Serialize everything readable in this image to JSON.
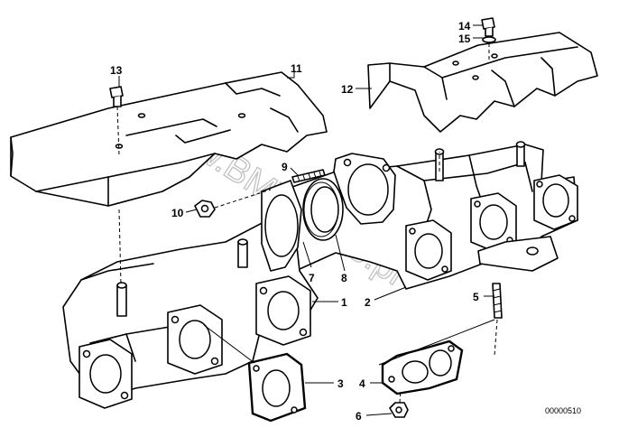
{
  "callouts": {
    "c1": "1",
    "c2": "2",
    "c3": "3",
    "c4": "4",
    "c5": "5",
    "c6": "6",
    "c7": "7",
    "c8": "8",
    "c9": "9",
    "c10": "10",
    "c11": "11",
    "c12": "12",
    "c13": "13",
    "c14": "14",
    "c15": "15"
  },
  "diagram_number": "00000510",
  "watermark": "www.BMWstore.pl"
}
